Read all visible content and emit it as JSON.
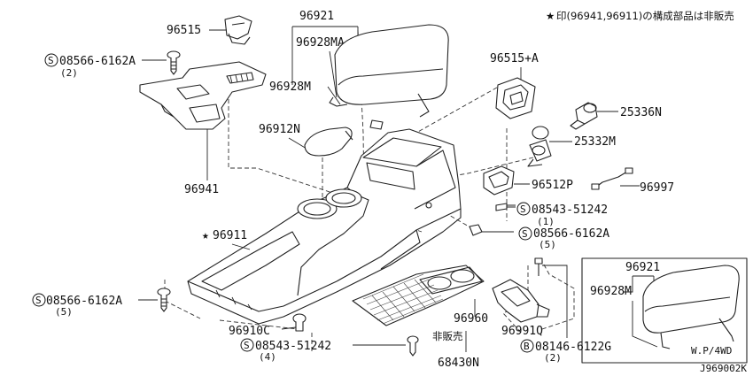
{
  "note": {
    "star": "★",
    "text": "印(96941,96911)の構成部品は非販売"
  },
  "diagram_code": "J969002K",
  "inset": {
    "caption": "W.P/4WD"
  },
  "labels": {
    "p96515": "96515",
    "p96921": "96921",
    "p96928MA": "96928MA",
    "p96928M": "96928M",
    "p96912N": "96912N",
    "p96941": "96941",
    "p96515A": "96515+A",
    "p25336N": "25336N",
    "p25332M": "25332M",
    "p96512P": "96512P",
    "p96997": "96997",
    "p96911": "96911",
    "p96960": "96960",
    "p68430N": "68430N",
    "hanbai": "非販売",
    "p96910C": "96910C",
    "p96991Q": "96991Q",
    "inset96921": "96921",
    "inset96928M": "96928M"
  },
  "fasteners": {
    "f1": {
      "symbol": "S",
      "code": "08566-6162A",
      "qty": "(2)"
    },
    "f2": {
      "symbol": "S",
      "code": "08543-51242",
      "qty": "(1)"
    },
    "f3": {
      "symbol": "S",
      "code": "08566-6162A",
      "qty": "(5)"
    },
    "f4": {
      "symbol": "S",
      "code": "08566-6162A",
      "qty": "(5)"
    },
    "f5": {
      "symbol": "S",
      "code": "08543-51242",
      "qty": "(4)"
    },
    "f6": {
      "symbol": "B",
      "code": "08146-6122G",
      "qty": "(2)"
    }
  }
}
